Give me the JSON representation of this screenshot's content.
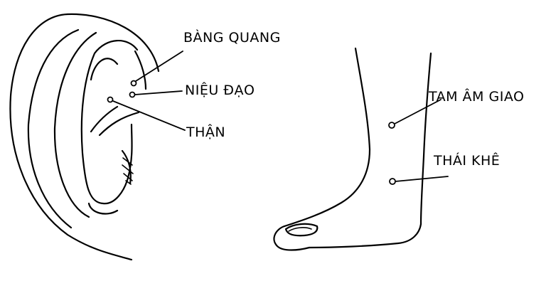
{
  "ear": {
    "labels": {
      "bladder": "BÀNG QUANG",
      "urethra": "NIỆU ĐẠO",
      "kidney": "THẬN"
    }
  },
  "foot": {
    "labels": {
      "sanyinjiao": "TAM ÂM GIAO",
      "taixi": "THÁI KHÊ"
    }
  },
  "colors": {
    "line": "#000000",
    "background": "#ffffff"
  }
}
